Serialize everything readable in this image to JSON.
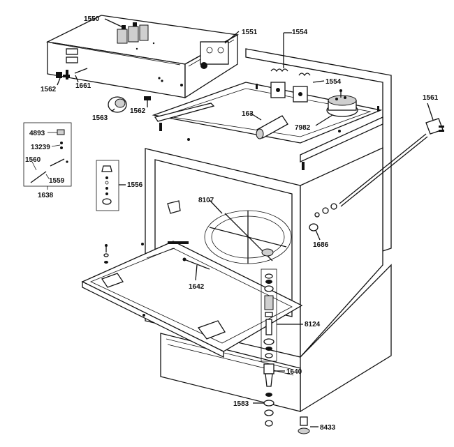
{
  "parts": [
    {
      "id": "label-1550",
      "text": "1550"
    },
    {
      "id": "label-1551",
      "text": "1551"
    },
    {
      "id": "label-1554-top",
      "text": "1554"
    },
    {
      "id": "label-1554-right",
      "text": "1554"
    },
    {
      "id": "label-1561",
      "text": "1561"
    },
    {
      "id": "label-1562-left",
      "text": "1562"
    },
    {
      "id": "label-1661",
      "text": "1661"
    },
    {
      "id": "label-1563",
      "text": "1563"
    },
    {
      "id": "label-1562-mid",
      "text": "1562"
    },
    {
      "id": "label-163",
      "text": "163"
    },
    {
      "id": "label-7982",
      "text": "7982"
    },
    {
      "id": "label-4893",
      "text": "4893"
    },
    {
      "id": "label-13239",
      "text": "13239"
    },
    {
      "id": "label-1560",
      "text": "1560"
    },
    {
      "id": "label-1559",
      "text": "1559"
    },
    {
      "id": "label-1638",
      "text": "1638"
    },
    {
      "id": "label-1556",
      "text": "1556"
    },
    {
      "id": "label-8107",
      "text": "8107"
    },
    {
      "id": "label-1686",
      "text": "1686"
    },
    {
      "id": "label-1642",
      "text": "1642"
    },
    {
      "id": "label-8124",
      "text": "8124"
    },
    {
      "id": "label-1640",
      "text": "1640"
    },
    {
      "id": "label-1583",
      "text": "1583"
    },
    {
      "id": "label-8433",
      "text": "8433"
    }
  ]
}
